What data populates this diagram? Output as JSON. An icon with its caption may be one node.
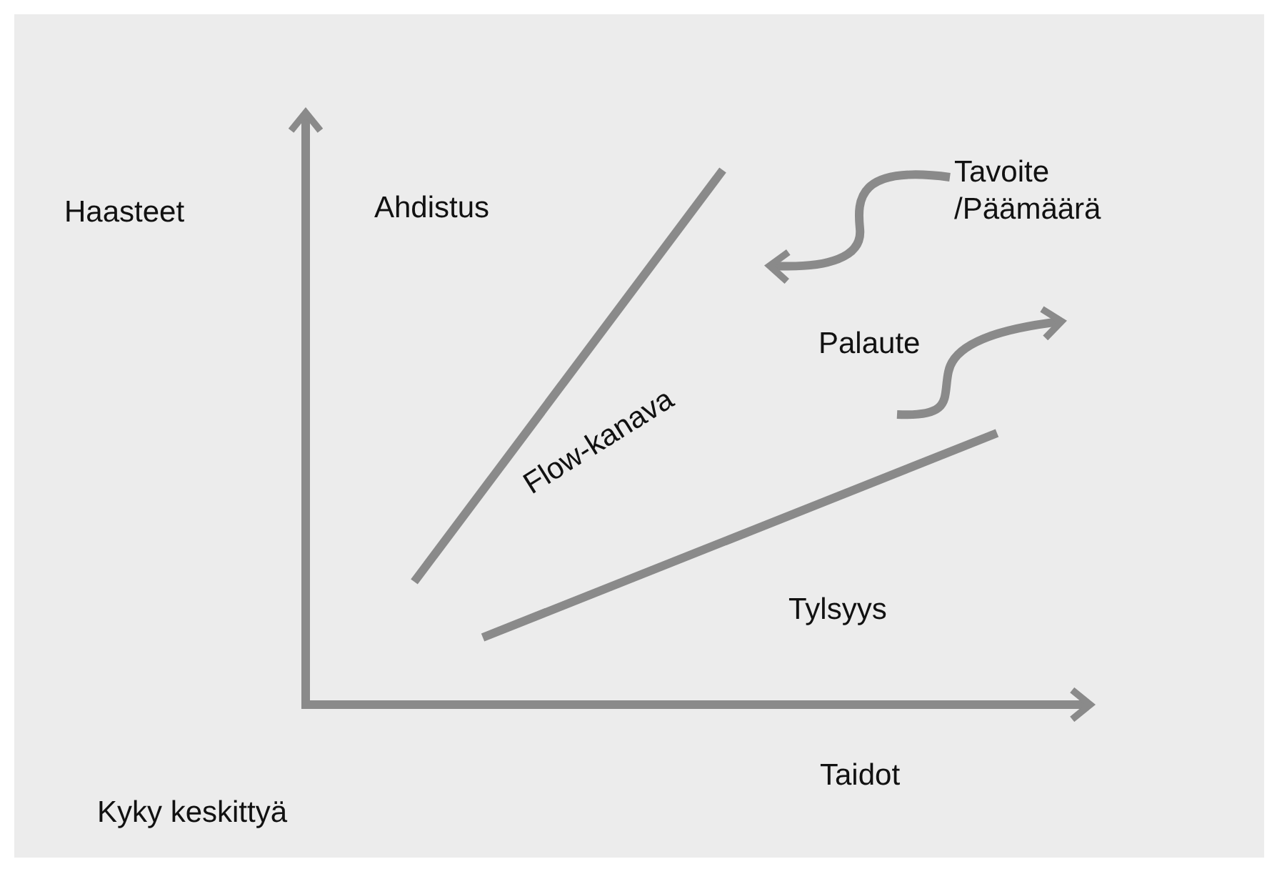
{
  "diagram": {
    "nodes": [
      {
        "text": [
          "Tavoite /Päämäärä"
        ]
      },
      {
        "text": [
          "Palaute"
        ]
      }
    ],
    "edges": [
      {
        "from": 0,
        "to": null,
        "arrow": "to"
      },
      {
        "from": 1,
        "to": null,
        "arrow": "to"
      }
    ],
    "labels": [
      "Haasteet",
      "Ahdistus",
      "Flow-kanava",
      "Tylsyys",
      "Taidot",
      "Kyky keskittyä"
    ]
  }
}
